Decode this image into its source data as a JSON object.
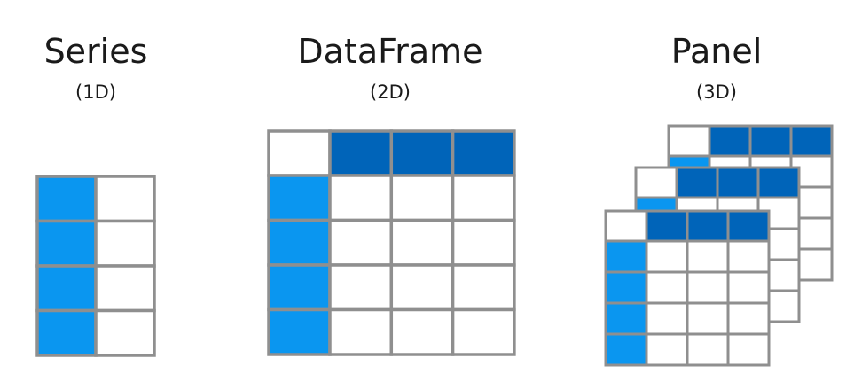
{
  "colors": {
    "index": "#0a96f0",
    "header": "#0064b9",
    "cell": "#ffffff",
    "grid": "#8f8f8f"
  },
  "series": {
    "title": "Series",
    "subtitle": "(1D)"
  },
  "dataframe": {
    "title": "DataFrame",
    "subtitle": "(2D)"
  },
  "panel": {
    "title": "Panel",
    "subtitle": "(3D)"
  }
}
